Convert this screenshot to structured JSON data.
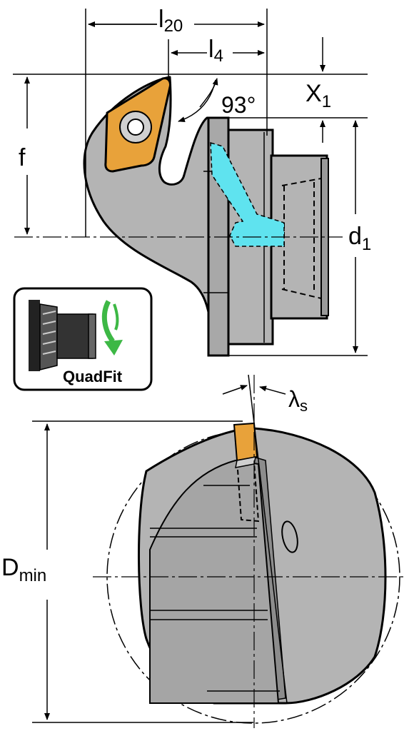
{
  "dimensions": {
    "l20": {
      "main": "l",
      "sub": "20"
    },
    "l4": {
      "main": "l",
      "sub": "4"
    },
    "x1": {
      "main": "X",
      "sub": "1"
    },
    "f": {
      "main": "f"
    },
    "d1": {
      "main": "d",
      "sub": "1"
    },
    "dmin": {
      "main": "D",
      "sub": "min"
    },
    "lambda_s": {
      "main": "λ",
      "sub": "s"
    },
    "angle": "93°"
  },
  "badge": {
    "label": "QuadFit"
  },
  "colors": {
    "body_gray": "#b4b4b4",
    "dark_gray": "#8c8c8c",
    "insert_orange": "#e8a23a",
    "coolant_cyan": "#5fe3ef",
    "arrow_green": "#3db845"
  }
}
